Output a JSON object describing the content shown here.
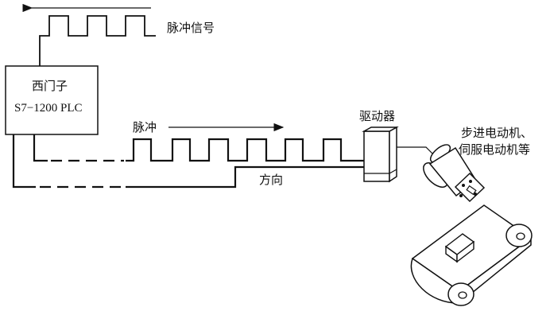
{
  "labels": {
    "top_pulse": "脉冲信号",
    "plc_line1": "西门子",
    "plc_line2": "S7−1200 PLC",
    "pulse": "脉冲",
    "direction": "方向",
    "driver": "驱动器",
    "motor_line1": "步进电动机、",
    "motor_line2": "伺服电动机等"
  }
}
